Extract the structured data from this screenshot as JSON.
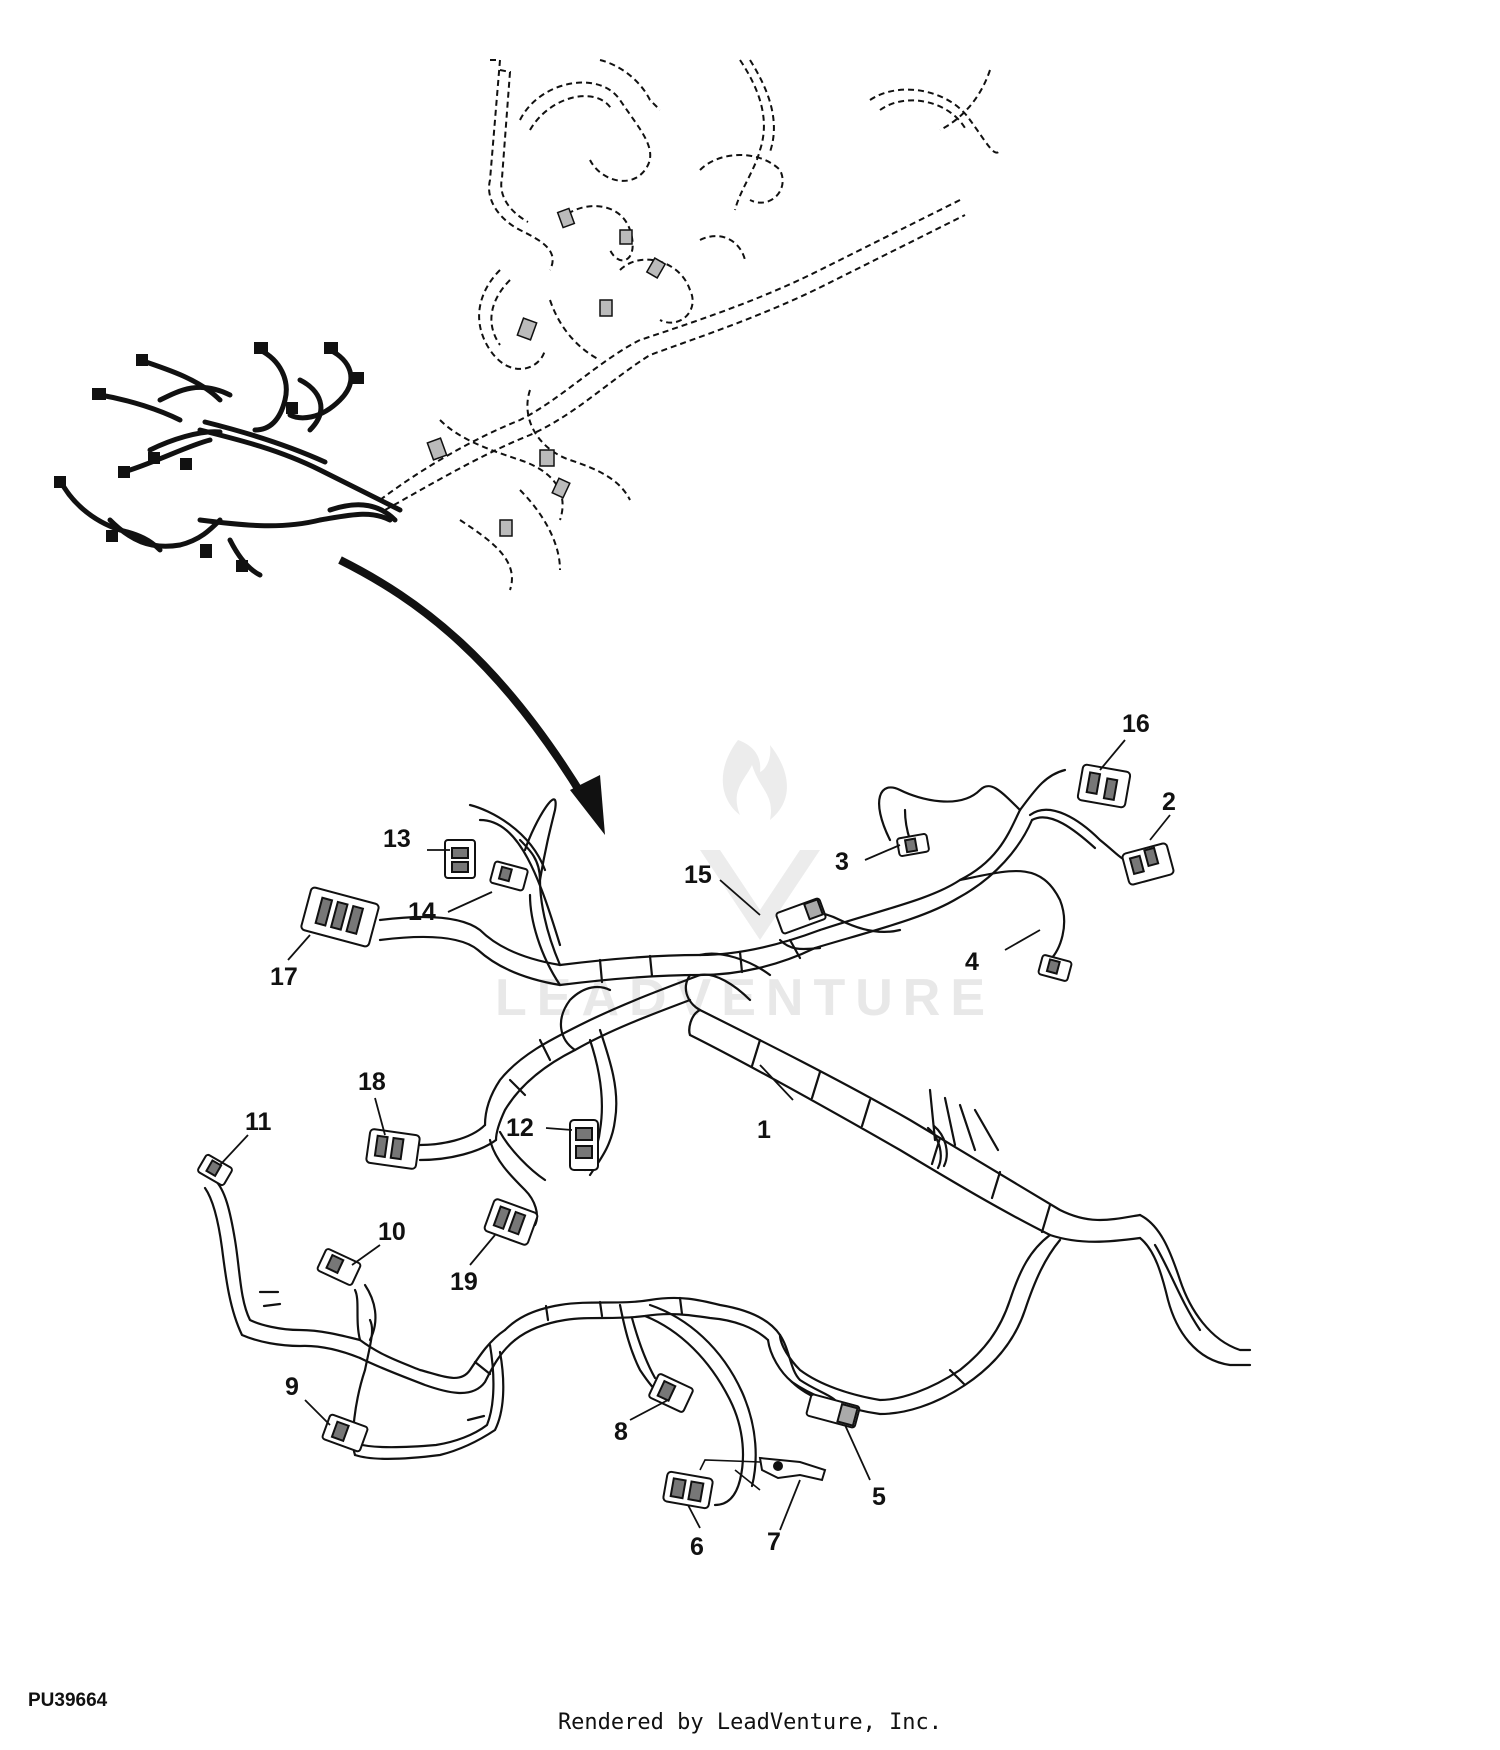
{
  "figure": {
    "id": "PU39664",
    "credit": "Rendered by LeadVenture, Inc."
  },
  "watermark": {
    "text": "LEADVENTURE",
    "kind": "logo"
  },
  "colors": {
    "line": "#111111",
    "watermark": "#e8e8e8",
    "background": "#ffffff"
  },
  "callouts": [
    "1",
    "2",
    "3",
    "4",
    "5",
    "6",
    "7",
    "8",
    "9",
    "10",
    "11",
    "12",
    "13",
    "14",
    "15",
    "16",
    "17",
    "18",
    "19"
  ]
}
